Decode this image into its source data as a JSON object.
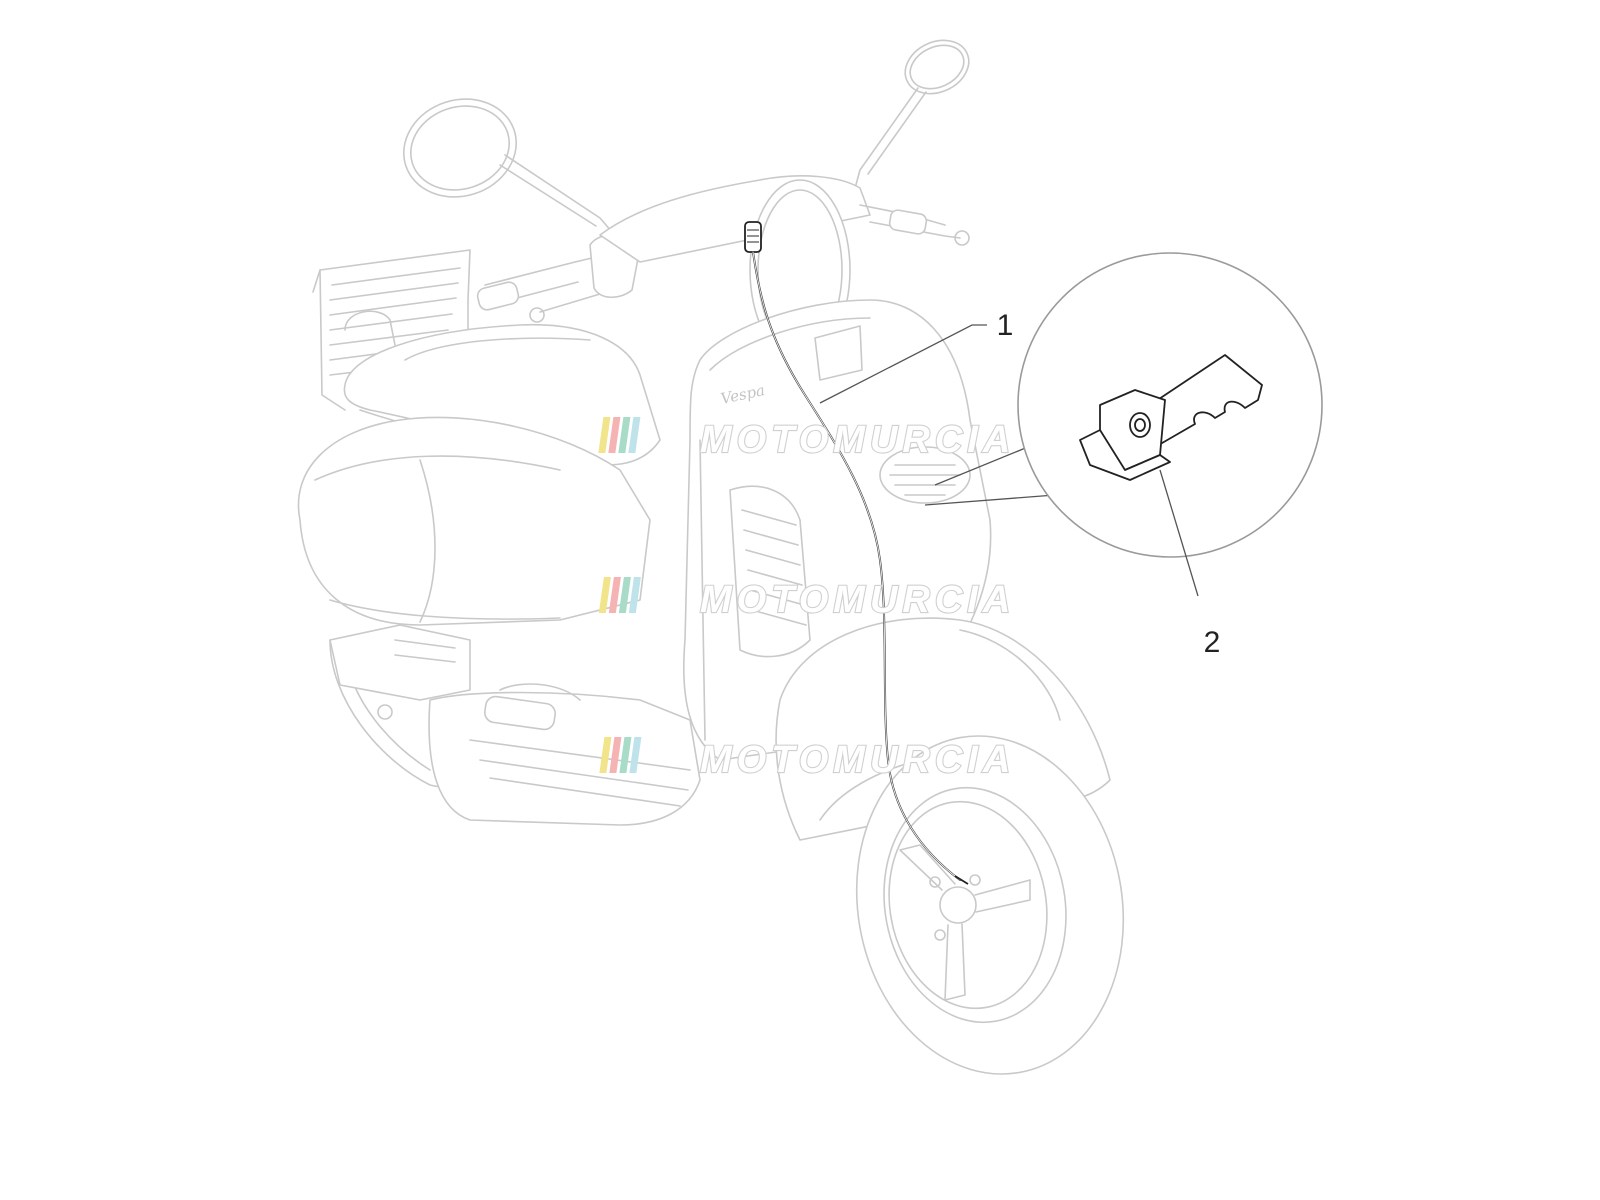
{
  "diagram": {
    "callouts": [
      {
        "id": "1",
        "label": "1"
      },
      {
        "id": "2",
        "label": "2"
      }
    ],
    "brand_script": "Vespa",
    "watermark": {
      "text": "MOTOMURCIA",
      "stripe_colors": [
        "#f2e48a",
        "#f5b3b3",
        "#a8dcc8",
        "#bfe3ea"
      ]
    },
    "colors": {
      "ghost_outline": "#c9c9c9",
      "part_outline": "#222222",
      "cable": "#3a3a3a"
    }
  }
}
